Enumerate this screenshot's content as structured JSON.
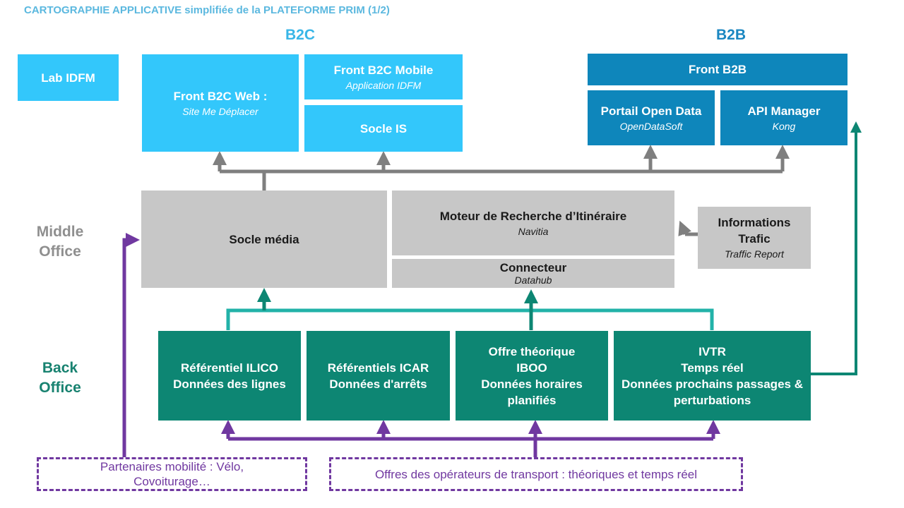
{
  "title": "CARTOGRAPHIE APPLICATIVE simplifiée de la PLATEFORME PRIM (1/2)",
  "sections": {
    "b2c": "B2C",
    "b2b": "B2B"
  },
  "rows": {
    "middle": [
      "Middle",
      "Office"
    ],
    "back": [
      "Back",
      "Office"
    ]
  },
  "boxes": {
    "lab": {
      "title": "Lab IDFM"
    },
    "front_b2c_web": {
      "title": "Front B2C Web :",
      "subtitle": "Site Me Déplacer"
    },
    "front_b2c_mobile": {
      "title": "Front B2C Mobile",
      "subtitle": "Application IDFM"
    },
    "socle_is": {
      "title": "Socle IS"
    },
    "front_b2b": {
      "title": "Front B2B"
    },
    "portail_open_data": {
      "title": "Portail Open Data",
      "subtitle": "OpenDataSoft"
    },
    "api_manager": {
      "title": "API Manager",
      "subtitle": "Kong"
    },
    "socle_media": {
      "title": "Socle média"
    },
    "moteur": {
      "title": "Moteur de Recherche d’Itinéraire",
      "subtitle": "Navitia"
    },
    "connecteur": {
      "title": "Connecteur",
      "subtitle": "Datahub"
    },
    "info_trafic": {
      "title_line1": "Informations",
      "title_line2": "Trafic",
      "subtitle": "Traffic Report"
    },
    "ilico": {
      "line1": "Référentiel ILICO",
      "line2": "Données des lignes"
    },
    "icar": {
      "line1": "Référentiels ICAR",
      "line2": "Données d'arrêts"
    },
    "iboo": {
      "line1": "Offre théorique",
      "line2": "IBOO",
      "line3": "Données horaires",
      "line4": "planifiés"
    },
    "ivtr": {
      "line1": "IVTR",
      "line2": "Temps réel",
      "line3": "Données prochains passages &",
      "line4": "perturbations"
    },
    "partenaires": {
      "line1": "Partenaires mobilité : Vélo,",
      "line2": "Covoiturage…"
    },
    "operateurs": {
      "line1": "Offres des opérateurs de transport : théoriques et temps réel"
    }
  },
  "colors": {
    "b2c": "#33c7fb",
    "b2b": "#0e86bb",
    "middle": "#c7c7c7",
    "back": "#0d8673",
    "gray_connector": "#7f7f7f",
    "teal_connector": "#22b2a8",
    "purple": "#7038a0"
  }
}
